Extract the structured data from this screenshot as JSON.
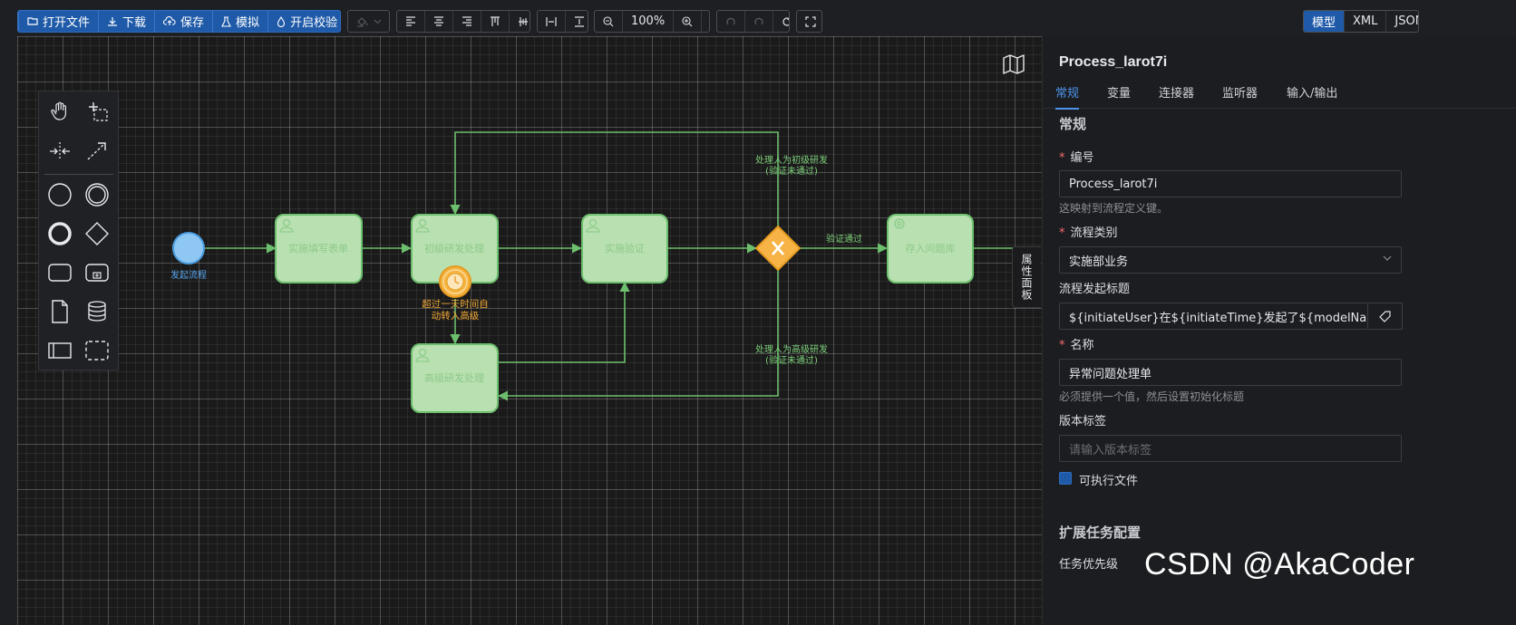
{
  "toolbar": {
    "file_group": [
      {
        "label": "打开文件",
        "icon": "folder-open-icon"
      },
      {
        "label": "下载",
        "icon": "download-icon"
      },
      {
        "label": "保存",
        "icon": "cloud-upload-icon"
      },
      {
        "label": "模拟",
        "icon": "flask-icon"
      },
      {
        "label": "开启校验",
        "icon": "drop-icon"
      }
    ],
    "zoom_level": "100%",
    "modes": [
      "模型",
      "XML",
      "JSON"
    ],
    "active_mode": "模型"
  },
  "diagram": {
    "start_event_label": "发起流程",
    "tasks": {
      "fill_form": "实施填写表单",
      "junior_dev": "初级研发处理",
      "verify": "实施验证",
      "store_issue": "存入问题库",
      "senior_dev": "高级研发处理"
    },
    "timer_label_line1": "超过一天时间自",
    "timer_label_line2": "动转入高级",
    "flows": {
      "to_junior_line1": "处理人为初级研发",
      "to_junior_line2": "(验证未通过)",
      "passed": "验证通过",
      "to_senior_line1": "处理人为高级研发",
      "to_senior_line2": "(验证未通过)"
    },
    "colors": {
      "task_fill": "#b8e0b0",
      "task_stroke": "#6cbf6c",
      "gateway_fill": "#f7b346",
      "start_fill": "#8fc7f3",
      "timer_fill": "#f6b441"
    }
  },
  "side_tab": "属性面板",
  "panel": {
    "title": "Process_larot7i",
    "tabs": [
      "常规",
      "变量",
      "连接器",
      "监听器",
      "输入/输出"
    ],
    "section_general": "常规",
    "fields": {
      "id_label": "编号",
      "id_value": "Process_larot7i",
      "id_hint": "这映射到流程定义键。",
      "category_label": "流程类别",
      "category_value": "实施部业务",
      "title_label": "流程发起标题",
      "title_value": "${initiateUser}在${initiateTime}发起了${modelNames}流",
      "name_label": "名称",
      "name_value": "异常问题处理单",
      "name_hint": "必须提供一个值，然后设置初始化标题",
      "version_label": "版本标签",
      "version_placeholder": "请输入版本标签",
      "executable_label": "可执行文件",
      "executable_checked": true
    },
    "section_ext": "扩展任务配置",
    "priority_label": "任务优先级"
  },
  "watermark": "CSDN @AkaCoder"
}
